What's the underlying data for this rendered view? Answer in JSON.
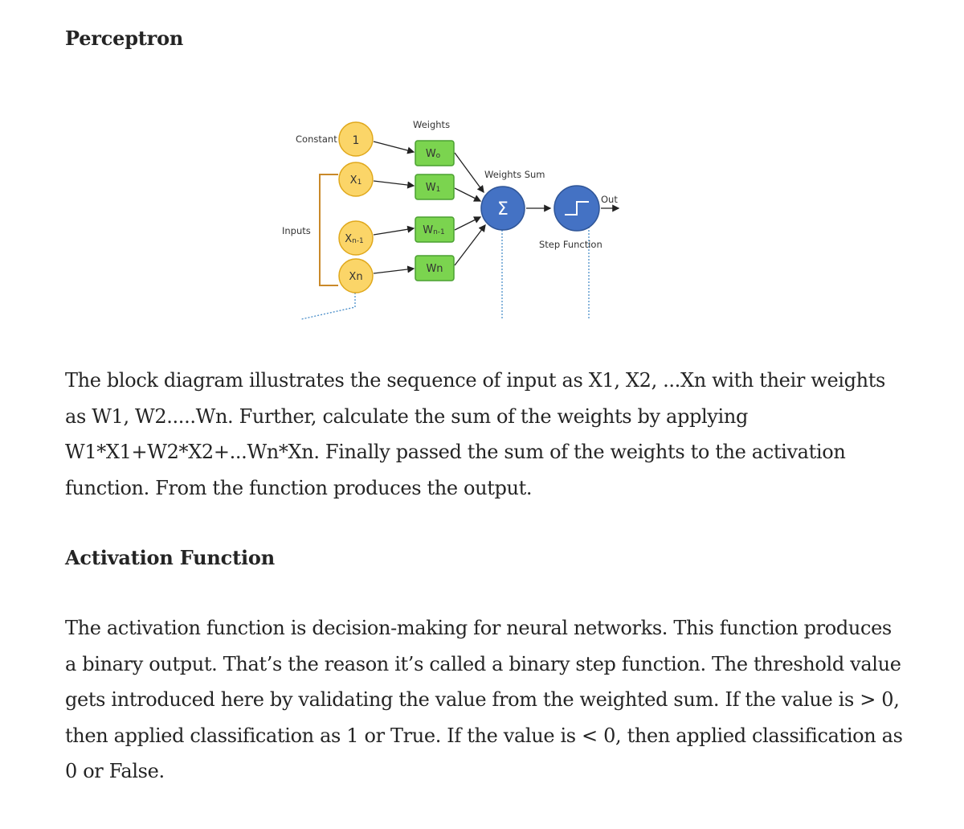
{
  "article": {
    "heading1": "Perceptron",
    "paragraph1": "The block diagram illustrates the sequence of input as X1, X2, ...Xn with their weights as W1, W2.....Wn. Further, calculate the sum of the weights by applying W1*X1+W2*X2+...Wn*Xn. Finally passed the sum of the weights to the activation function. From the function produces the output.",
    "heading2": "Activation Function",
    "paragraph2": "The activation function is decision-making for neural networks. This function produces a binary output. That’s the reason it’s called a binary step function. The threshold value gets introduced here by validating the value from the weighted sum. If the value is > 0, then applied classification as 1 or True. If the value is < 0, then applied classification as 0 or False."
  },
  "diagram": {
    "labels": {
      "constant": "Constant",
      "inputs": "Inputs",
      "weights": "Weights",
      "weights_sum": "Weights Sum",
      "step_function": "Step Function",
      "out": "Out"
    },
    "input_nodes": {
      "constant": "1",
      "x1_base": "X",
      "x1_sub": "1",
      "xn1_base": "X",
      "xn1_sub": "n-1",
      "xn_base": "Xn"
    },
    "weight_boxes": {
      "w0_base": "W",
      "w0_sub": "o",
      "w1_base": "W",
      "w1_sub": "1",
      "wn1_base": "W",
      "wn1_sub": "n-1",
      "wn_base": "Wn"
    },
    "sum_symbol": "Σ",
    "colors": {
      "input_fill": "#fbd568",
      "input_stroke": "#e0a81c",
      "weight_fill": "#7bd44f",
      "weight_stroke": "#4aa030",
      "node_fill": "#4472c4",
      "node_stroke": "#2f5597",
      "bracket": "#c9892a",
      "dotted": "#4a8ec9"
    }
  }
}
